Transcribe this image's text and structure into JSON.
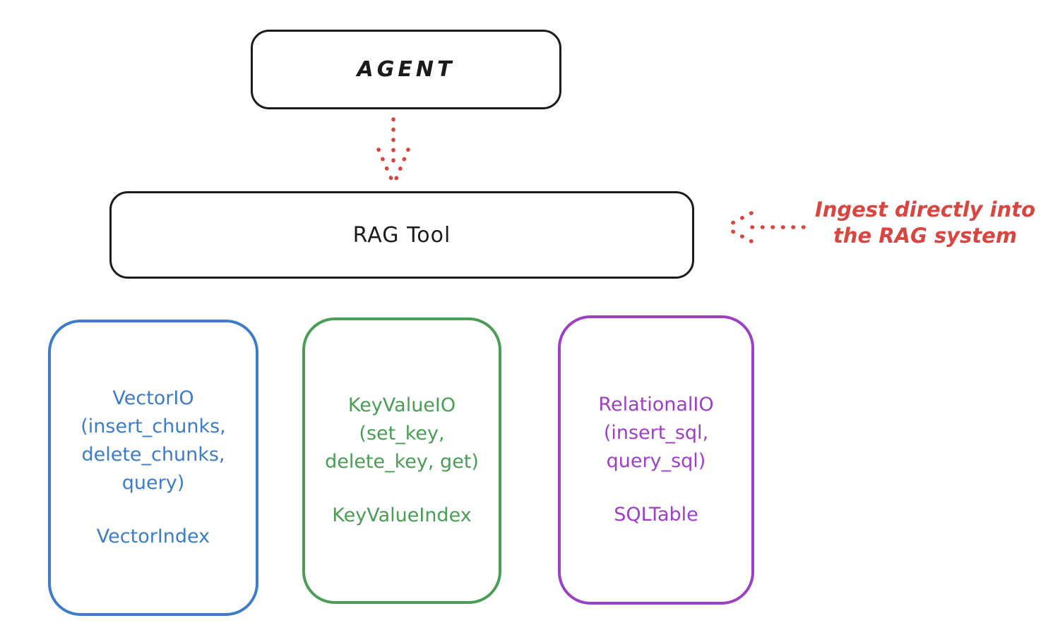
{
  "agent_box": {
    "label": "AGENT"
  },
  "rag_tool_box": {
    "label": "RAG Tool"
  },
  "annotation": {
    "line1": "Ingest directly into",
    "line2": "the RAG system"
  },
  "stores": [
    {
      "name": "vector-io",
      "color": "#3d7cc9",
      "lines": [
        "VectorIO",
        "(insert_chunks,",
        "delete_chunks,",
        "query)"
      ],
      "index_label": "VectorIndex"
    },
    {
      "name": "key-value-io",
      "color": "#4a9d55",
      "lines": [
        "KeyValueIO",
        "(set_key,",
        "delete_key, get)"
      ],
      "index_label": "KeyValueIndex"
    },
    {
      "name": "relational-io",
      "color": "#9c40c4",
      "lines": [
        "RelationalIO",
        "(insert_sql,",
        "query_sql)"
      ],
      "index_label": "SQLTable"
    }
  ],
  "colors": {
    "ink": "#1b1b1b",
    "accent_red": "#d9453f",
    "vector_blue": "#3d7cc9",
    "keyvalue_green": "#4a9d55",
    "relational_purple": "#9c40c4",
    "background": "#ffffff"
  }
}
